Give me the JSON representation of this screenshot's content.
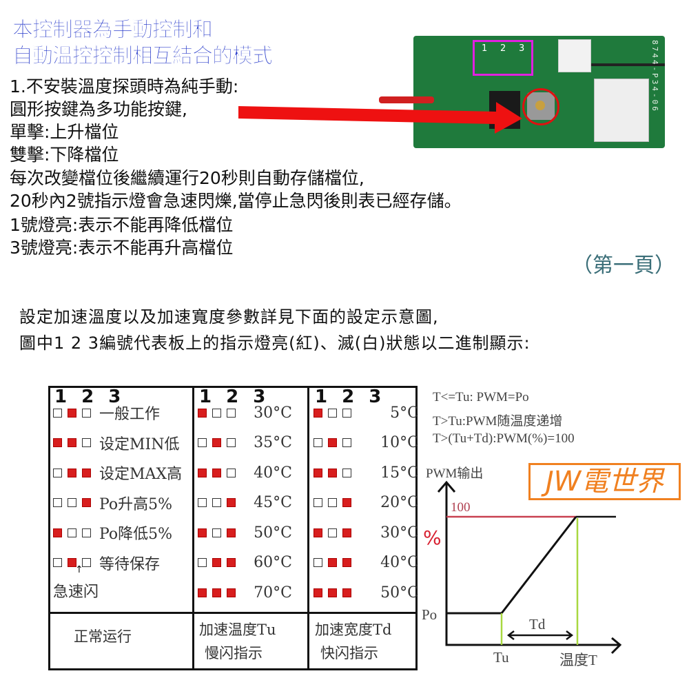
{
  "title": {
    "line1": "本控制器為手動控制和",
    "line2": "自動溫控控制相互結合的模式"
  },
  "instructions": [
    "1.不安裝溫度探頭時為純手動:",
    "圓形按鍵為多功能按鍵,",
    "單擊:上升檔位",
    "雙擊:下降檔位",
    "每次改變檔位後繼續運行20秒則自動存儲檔位,",
    "20秒內2號指示燈會急速閃爍,當停止急閃後則表已經存儲。",
    "1號燈亮:表示不能再降低檔位",
    "3號燈亮:表示不能再升高檔位"
  ],
  "page_label": "（第一頁）",
  "pcb": {
    "led_labels": [
      "1",
      "2",
      "3"
    ],
    "silk": "8744-P34-06"
  },
  "settings_text": [
    "設定加速溫度以及加速寬度參數詳見下面的設定示意圖,",
    "圖中1  2  3編號代表板上的指示燈亮(紅)、滅(白)狀態以二進制顯示:"
  ],
  "table": {
    "header": "1 2 3",
    "columns": [
      {
        "rows": [
          {
            "leds": [
              0,
              1,
              0
            ],
            "label": "一般工作"
          },
          {
            "leds": [
              1,
              1,
              0
            ],
            "label": "设定MIN低"
          },
          {
            "leds": [
              0,
              1,
              1
            ],
            "label": "设定MAX高"
          },
          {
            "leds": [
              0,
              0,
              1
            ],
            "label": "Po升高5%"
          },
          {
            "leds": [
              1,
              0,
              0
            ],
            "label": "Po降低5%"
          },
          {
            "leds": [
              0,
              1,
              0
            ],
            "label": "等待保存"
          }
        ],
        "note": "急速闪",
        "footer": [
          "正常运行"
        ]
      },
      {
        "rows": [
          {
            "leds": [
              1,
              0,
              0
            ],
            "label": "30°C"
          },
          {
            "leds": [
              0,
              1,
              0
            ],
            "label": "35°C"
          },
          {
            "leds": [
              1,
              1,
              0
            ],
            "label": "40°C"
          },
          {
            "leds": [
              0,
              0,
              1
            ],
            "label": "45°C"
          },
          {
            "leds": [
              1,
              0,
              1
            ],
            "label": "50°C"
          },
          {
            "leds": [
              0,
              1,
              1
            ],
            "label": "60°C"
          },
          {
            "leds": [
              1,
              1,
              1
            ],
            "label": "70°C"
          }
        ],
        "footer": [
          "加速温度Tu",
          "慢闪指示"
        ]
      },
      {
        "rows": [
          {
            "leds": [
              1,
              0,
              0
            ],
            "label": "5°C"
          },
          {
            "leds": [
              0,
              1,
              0
            ],
            "label": "10°C"
          },
          {
            "leds": [
              1,
              1,
              0
            ],
            "label": "15°C"
          },
          {
            "leds": [
              0,
              0,
              1
            ],
            "label": "20°C"
          },
          {
            "leds": [
              1,
              0,
              1
            ],
            "label": "30°C"
          },
          {
            "leds": [
              0,
              1,
              1
            ],
            "label": "40°C"
          },
          {
            "leds": [
              1,
              1,
              1
            ],
            "label": "50°C"
          }
        ],
        "footer": [
          "加速宽度Td",
          "快闪指示"
        ]
      }
    ]
  },
  "graph": {
    "formulas": [
      "T<=Tu:   PWM=Po",
      "T>Tu:PWM随温度递增",
      "T>(Tu+Td):PWM(%)=100"
    ],
    "ylabel": "PWM输出",
    "max_label": "100",
    "percent": "%",
    "po": "Po",
    "tu": "Tu",
    "td": "Td",
    "xlabel": "温度T"
  },
  "logo": "JW電世界",
  "colors": {
    "title": "#2034c8",
    "led_on": "#d81e1e",
    "logo": "#f08020",
    "pcb": "#1f7a3c"
  }
}
